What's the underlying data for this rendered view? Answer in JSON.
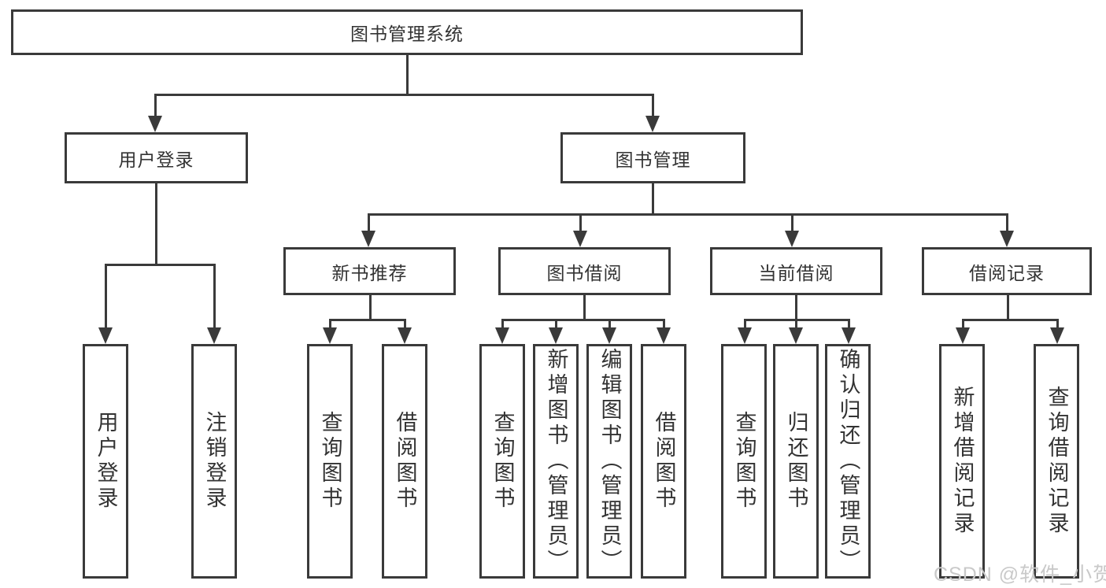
{
  "colors": {
    "line": "#3a3a3a",
    "text": "#333333",
    "watermark": "#c9c9c9",
    "background": "#ffffff"
  },
  "nodes": {
    "root": "图书管理系统",
    "user_login": "用户登录",
    "book_management": "图书管理",
    "new_book_recommend": "新书推荐",
    "book_borrowing": "图书借阅",
    "current_borrowing": "当前借阅",
    "borrowing_records": "借阅记录",
    "leaf_user_login": "用户登录",
    "leaf_logout_login": "注销登录",
    "leaf_recommend_query_books": "查询图书",
    "leaf_recommend_borrow_books": "借阅图书",
    "leaf_borrow_query_books": "查询图书",
    "leaf_borrow_add_books_admin": "新增图书（管理员）",
    "leaf_borrow_edit_books_admin": "编辑图书（管理员）",
    "leaf_borrow_borrow_books": "借阅图书",
    "leaf_current_query_books": "查询图书",
    "leaf_current_return_books": "归还图书",
    "leaf_current_confirm_return_admin": "确认归还（管理员）",
    "leaf_records_add_record": "新增借阅记录",
    "leaf_records_query_record": "查询借阅记录"
  },
  "watermark": {
    "text": "CSDN @软件_小贺同学"
  }
}
